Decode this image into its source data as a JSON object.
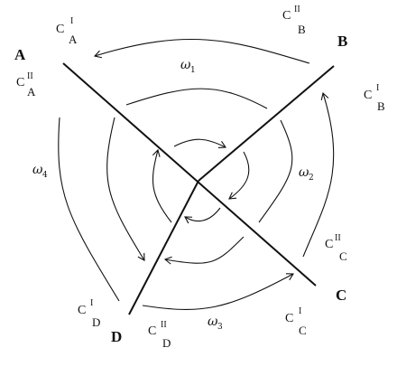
{
  "vertices": {
    "A": "A",
    "B": "B",
    "C": "C",
    "D": "D"
  },
  "region_labels": {
    "CIA": {
      "base": "C",
      "sup": "I",
      "sub": "A"
    },
    "CIIA": {
      "base": "C",
      "sup": "II",
      "sub": "A"
    },
    "CIIB": {
      "base": "C",
      "sup": "II",
      "sub": "B"
    },
    "CIB": {
      "base": "C",
      "sup": "I",
      "sub": "B"
    },
    "CIIC": {
      "base": "C",
      "sup": "II",
      "sub": "C"
    },
    "CIC": {
      "base": "C",
      "sup": "I",
      "sub": "C"
    },
    "CID": {
      "base": "C",
      "sup": "I",
      "sub": "D"
    },
    "CIID": {
      "base": "C",
      "sup": "II",
      "sub": "D"
    }
  },
  "omegas": {
    "w1": {
      "base": "ω",
      "sub": "1"
    },
    "w2": {
      "base": "ω",
      "sub": "2"
    },
    "w3": {
      "base": "ω",
      "sub": "3"
    },
    "w4": {
      "base": "ω",
      "sub": "4"
    }
  }
}
